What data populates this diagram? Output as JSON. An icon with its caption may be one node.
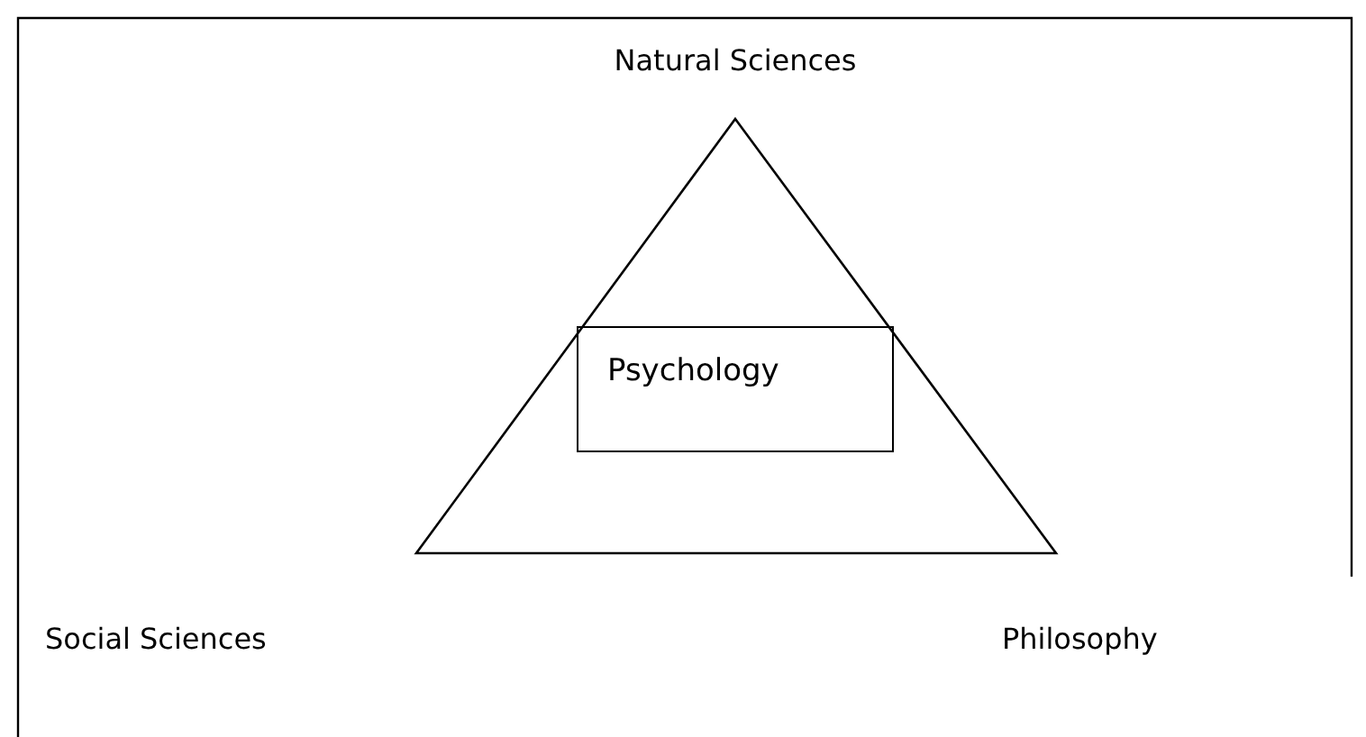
{
  "diagram": {
    "nodes": [
      {
        "text": [
          "Psychology"
        ]
      }
    ],
    "labels": [
      "Natural Sciences",
      "Social Sciences",
      "Philosophy"
    ]
  }
}
